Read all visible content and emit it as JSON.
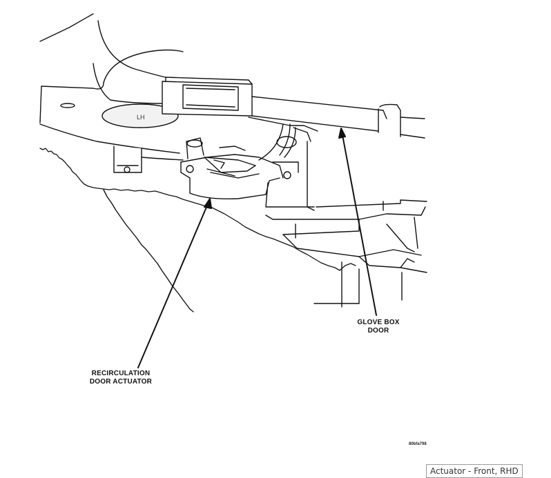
{
  "callouts": {
    "recirculation_actuator": [
      "RECIRCULATION",
      "DOOR ACTUATOR"
    ],
    "glove_box_door": [
      "GLOVE BOX",
      "DOOR"
    ]
  },
  "figure_id": "80bfa798",
  "caption": "Actuator - Front, RHD",
  "embossed_mark": "LH"
}
